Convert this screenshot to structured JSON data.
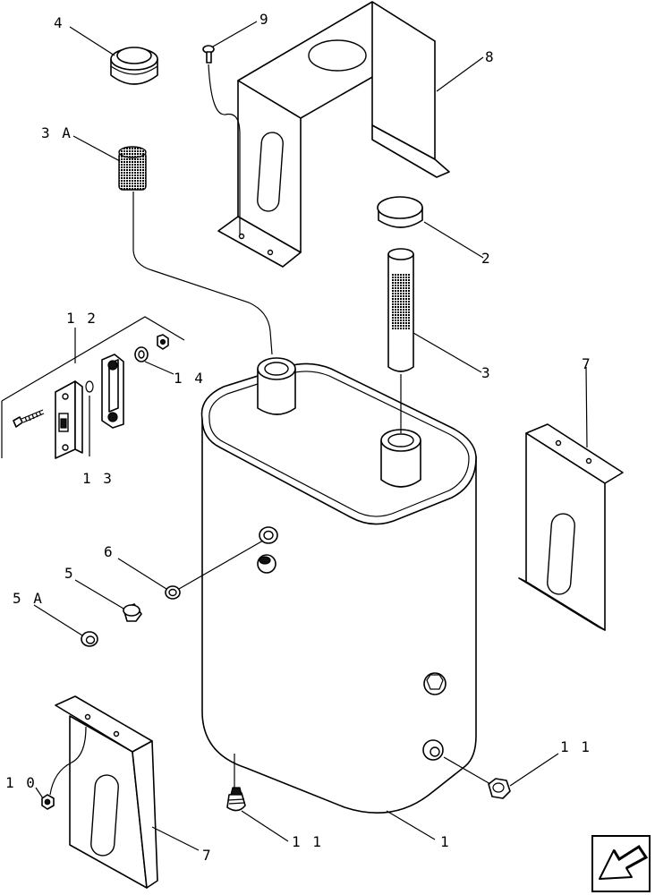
{
  "callouts": {
    "c1": "1",
    "c2": "2",
    "c3": "3",
    "c3a": "3 A",
    "c4": "4",
    "c5": "5",
    "c5a": "5 A",
    "c6": "6",
    "c7a": "7",
    "c7b": "7",
    "c8": "8",
    "c9": "9",
    "c10": "1 0",
    "c11a": "1 1",
    "c11b": "1 1",
    "c12": "1 2",
    "c13": "1 3",
    "c14": "1 4"
  },
  "nav_icon": "previous-page-arrow-icon"
}
